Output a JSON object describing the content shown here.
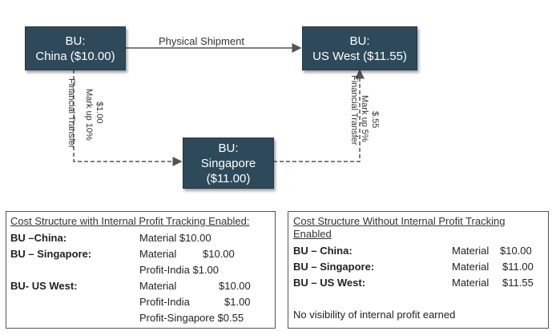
{
  "nodes": {
    "china": {
      "line1": "BU:",
      "line2": "China ($10.00)"
    },
    "uswest": {
      "line1": "BU:",
      "line2": "US West ($11.55)"
    },
    "singapore": {
      "line1": "BU:",
      "line2": "Singapore",
      "line3": "($11.00)"
    }
  },
  "edges": {
    "physical": "Physical Shipment",
    "left_transfer": "Financial Transfer",
    "left_markup": "Mark up 10%",
    "left_amount": "$1.00",
    "right_transfer": "Financial Transfer",
    "right_markup": "Mark up 5%",
    "right_amount": "$.55"
  },
  "left_panel": {
    "title": "Cost Structure with Internal Profit Tracking Enabled:",
    "china_label": "BU –China:",
    "china_material": "Material $10.00",
    "sg_label": "BU – Singapore:",
    "sg_material": "Material",
    "sg_material_val": "$10.00",
    "sg_profit": "Profit-India $1.00",
    "us_label": "BU- US West:",
    "us_material": "Material",
    "us_material_val": "$10.00",
    "us_profit_india": "Profit-India",
    "us_profit_india_val": "$1.00",
    "us_profit_sg": "Profit-Singapore $0.55"
  },
  "right_panel": {
    "title_line1": "Cost Structure Without Internal Profit Tracking",
    "title_line2": "Enabled",
    "china_label": "BU – China:",
    "china_material": "Material",
    "china_val": "$10.00",
    "sg_label": "BU – Singapore:",
    "sg_material": "Material",
    "sg_val": "$11.00",
    "us_label": "BU – US West:",
    "us_material": "Material",
    "us_val": "$11.55",
    "note": "No visibility of internal profit earned"
  },
  "colors": {
    "node_fill": "#2e4a5a",
    "arrow": "#555555"
  }
}
